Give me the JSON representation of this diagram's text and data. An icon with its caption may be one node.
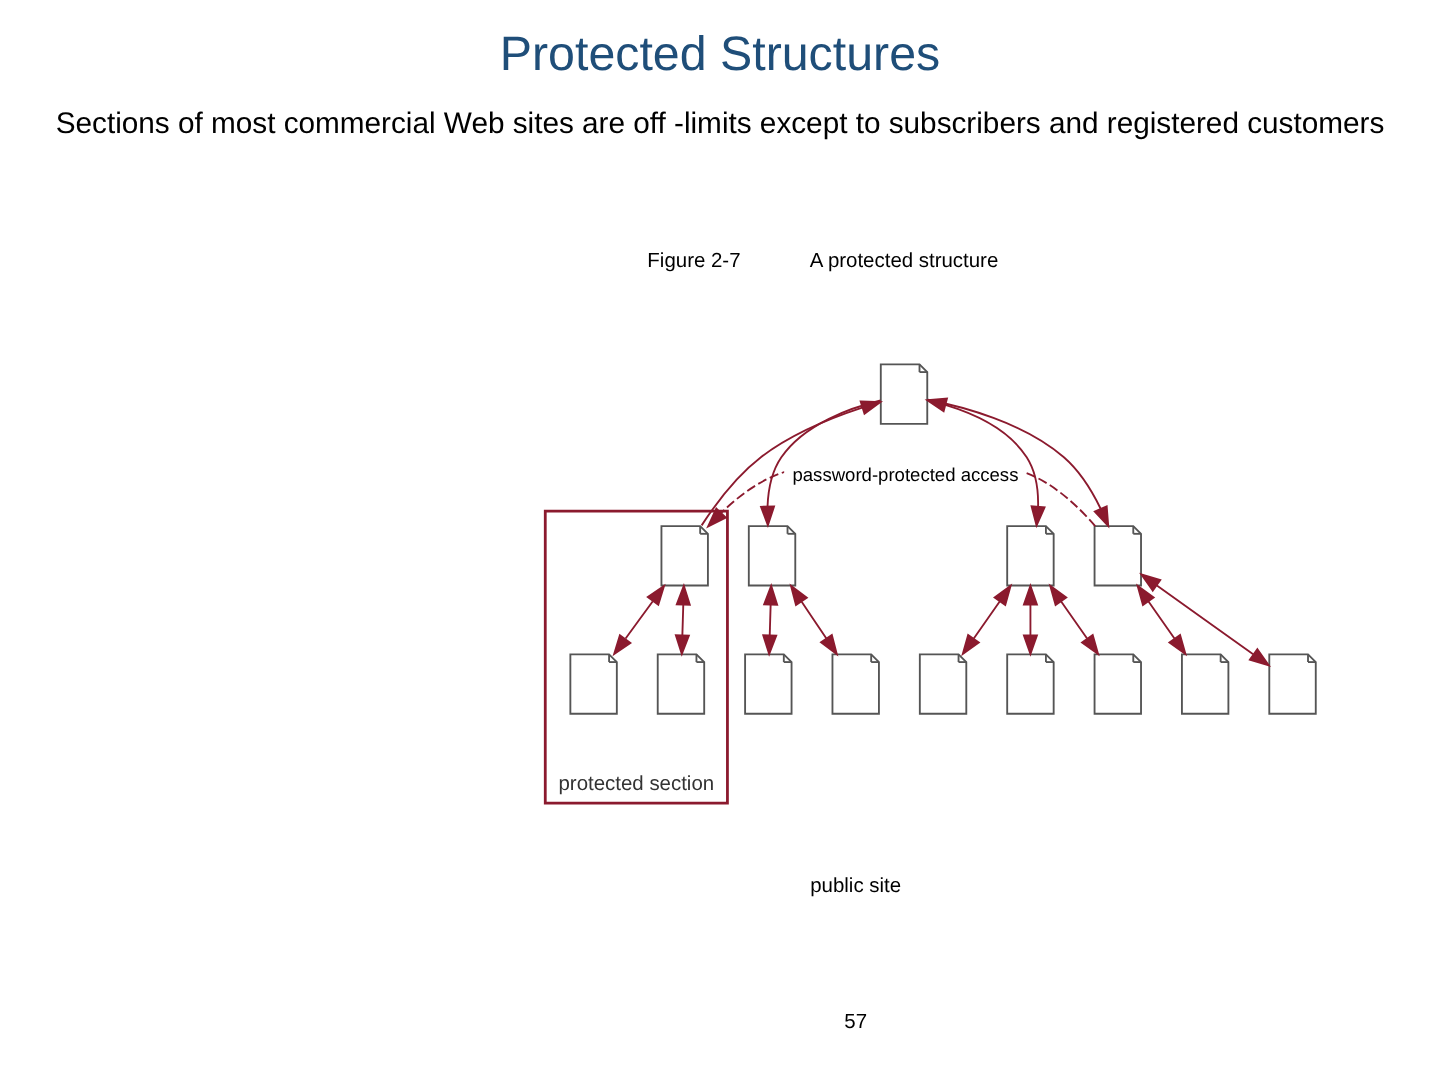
{
  "diagram": {
    "title": "Protected Structures",
    "nodes": [
      {
        "text": [],
        "shape": "document"
      },
      {
        "text": [],
        "shape": "document"
      },
      {
        "text": [],
        "shape": "document"
      },
      {
        "text": [],
        "shape": "document"
      },
      {
        "text": [
          "protected section"
        ]
      },
      {
        "text": [],
        "shape": "document",
        "in": 4
      },
      {
        "text": [],
        "shape": "document"
      },
      {
        "text": [],
        "shape": "document"
      },
      {
        "text": [],
        "shape": "document"
      },
      {
        "text": [],
        "shape": "document"
      },
      {
        "text": [],
        "shape": "document"
      },
      {
        "text": [],
        "shape": "document"
      },
      {
        "text": [],
        "shape": "document"
      },
      {
        "text": [],
        "shape": "document",
        "in": 4
      },
      {
        "text": [],
        "shape": "document",
        "in": 4
      }
    ],
    "edges": [
      {
        "from": 0,
        "to": 1,
        "arrow": "to"
      },
      {
        "from": 0,
        "to": 2,
        "arrow": "both"
      },
      {
        "from": 0,
        "to": 3,
        "arrow": "to"
      },
      {
        "from": 3,
        "to": 5,
        "arrow": "to",
        "style": "dashed",
        "label": "password-protected access"
      },
      {
        "from": 5,
        "to": 0,
        "arrow": "to"
      },
      {
        "from": 1,
        "to": 6,
        "arrow": "both"
      },
      {
        "from": 1,
        "to": 7,
        "arrow": "both"
      },
      {
        "from": 2,
        "to": 8,
        "arrow": "both"
      },
      {
        "from": 2,
        "to": 9,
        "arrow": "both"
      },
      {
        "from": 2,
        "to": 10,
        "arrow": "both"
      },
      {
        "from": 3,
        "to": 11,
        "arrow": "both"
      },
      {
        "from": 3,
        "to": 12,
        "arrow": "both"
      },
      {
        "from": 5,
        "to": 13,
        "arrow": "both"
      },
      {
        "from": 5,
        "to": 14,
        "arrow": "both"
      }
    ],
    "labels": [
      "Sections of most commercial Web sites are off -limits except to subscribers and registered customers",
      "Figure 2-7",
      "A protected structure",
      "public site",
      "57"
    ]
  }
}
